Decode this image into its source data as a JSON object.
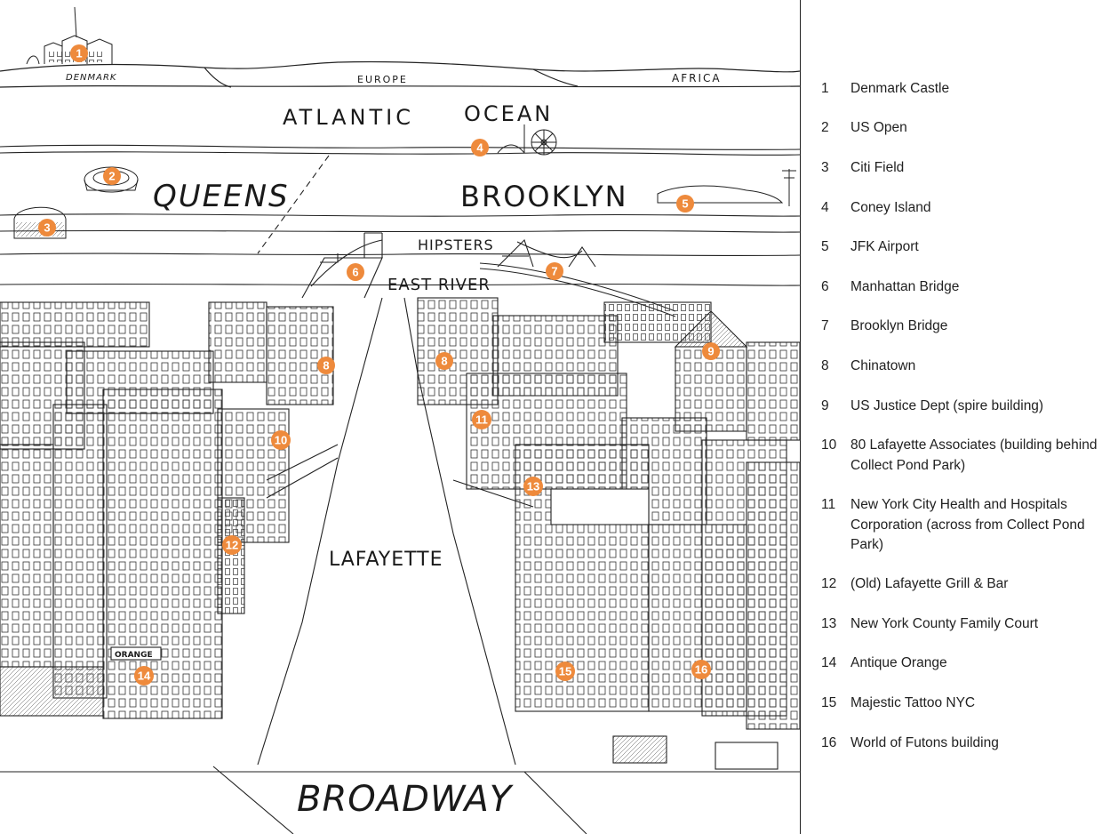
{
  "colors": {
    "marker": "#ee8a3c",
    "ink": "#1a1a1a",
    "divider": "#222222"
  },
  "map": {
    "labels": {
      "denmark": "DENMARK",
      "europe": "EUROPE",
      "africa": "AFRICA",
      "atlantic": "ATLANTIC",
      "ocean": "OCEAN",
      "queens": "QUEENS",
      "brooklyn": "BROOKLYN",
      "hipsters": "HIPSTERS",
      "east_river": "EAST RIVER",
      "lafayette": "LAFAYETTE",
      "broadway": "BROADWAY",
      "storefront_sign": "ORANGE"
    },
    "markers": [
      "1",
      "2",
      "3",
      "4",
      "5",
      "6",
      "7",
      "8",
      "8",
      "9",
      "10",
      "11",
      "12",
      "13",
      "14",
      "15",
      "16"
    ]
  },
  "legend": [
    {
      "num": "1",
      "text": "Denmark Castle"
    },
    {
      "num": "2",
      "text": "US Open"
    },
    {
      "num": "3",
      "text": "Citi Field"
    },
    {
      "num": "4",
      "text": "Coney Island"
    },
    {
      "num": "5",
      "text": "JFK Airport"
    },
    {
      "num": "6",
      "text": "Manhattan Bridge"
    },
    {
      "num": "7",
      "text": "Brooklyn Bridge"
    },
    {
      "num": "8",
      "text": "Chinatown"
    },
    {
      "num": "9",
      "text": "US Justice Dept (spire building)"
    },
    {
      "num": "10",
      "text": "80 Lafayette Associates (building behind Collect Pond Park)"
    },
    {
      "num": "11",
      "text": "New York City Health and Hospitals Corporation (across from Collect Pond Park)"
    },
    {
      "num": "12",
      "text": "(Old) Lafayette Grill & Bar"
    },
    {
      "num": "13",
      "text": "New York County Family Court"
    },
    {
      "num": "14",
      "text": "Antique Orange"
    },
    {
      "num": "15",
      "text": "Majestic Tattoo NYC"
    },
    {
      "num": "16",
      "text": "World of Futons building"
    }
  ]
}
